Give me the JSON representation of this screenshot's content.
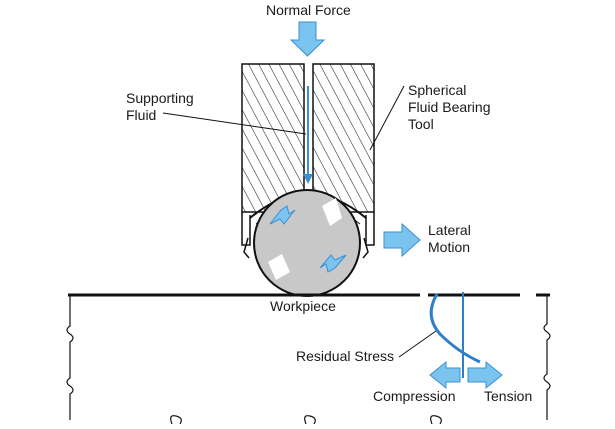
{
  "labels": {
    "normal_force": "Normal Force",
    "supporting_fluid_1": "Supporting",
    "supporting_fluid_2": "Fluid",
    "tool_1": "Spherical",
    "tool_2": "Fluid Bearing",
    "tool_3": "Tool",
    "lateral_1": "Lateral",
    "lateral_2": "Motion",
    "workpiece": "Workpiece",
    "residual_stress": "Residual Stress",
    "compression": "Compression",
    "tension": "Tension"
  },
  "colors": {
    "arrow_fill": "#7cc4f0",
    "arrow_stroke": "#3a8fd0",
    "fluid_line": "#3a8fd0",
    "stress_curve": "#2f7fc8",
    "ball_fill": "#c8c8c8",
    "line": "#111111"
  }
}
